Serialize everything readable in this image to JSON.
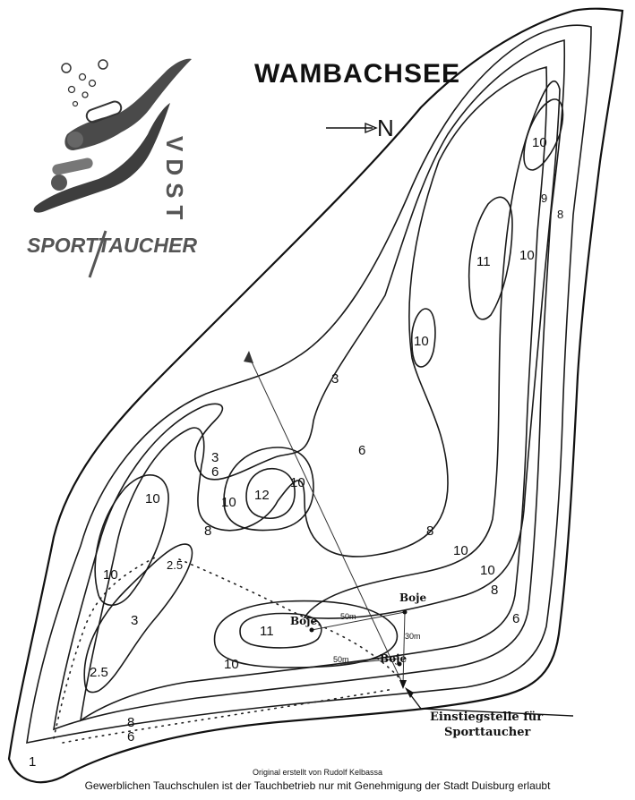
{
  "title": "WAMBACHSEE",
  "north_label": "N",
  "logo": {
    "vertical_text": "VDST",
    "bottom_text": "SPORTTAUCHER"
  },
  "depth_labels": [
    "10",
    "9",
    "8",
    "11",
    "10",
    "10",
    "3",
    "6",
    "3",
    "6",
    "10",
    "12",
    "10",
    "8",
    "10",
    "10",
    "10",
    "8",
    "2.5",
    "3",
    "2.5",
    "11",
    "10",
    "6",
    "8",
    "6",
    "1"
  ],
  "buoys": [
    "Boje",
    "Boje",
    "Boje"
  ],
  "distances": [
    "50m",
    "30m",
    "50m"
  ],
  "entry_label_line1": "Einstiegstelle für",
  "entry_label_line2": "Sporttaucher",
  "credit_line1": "Original erstellt von Rudolf Kelbassa",
  "credit_line2": "Gewerblichen Tauchschulen ist der Tauchbetrieb nur mit Genehmigung der Stadt Duisburg erlaubt",
  "colors": {
    "ink": "#111111",
    "paper": "#ffffff",
    "logo_gray": "#555555"
  }
}
